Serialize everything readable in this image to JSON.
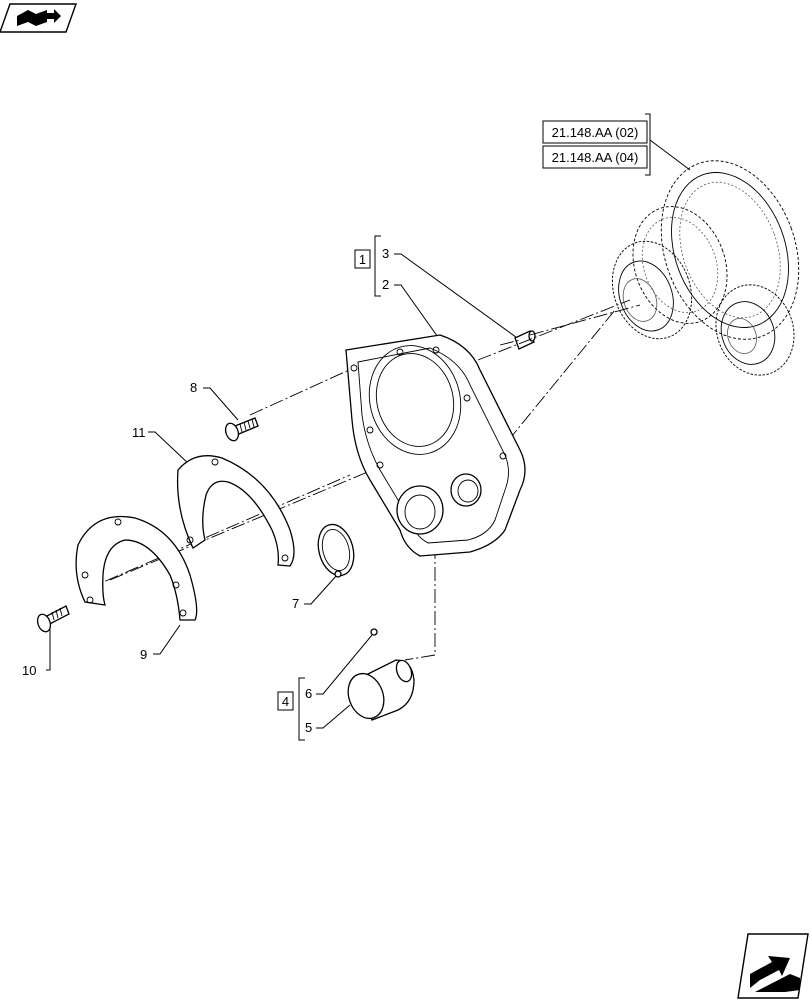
{
  "icons": {
    "top_left": "book-arrow-icon",
    "bottom_right": "next-page-arrow-icon"
  },
  "refs": {
    "ref1": "21.148.AA (02)",
    "ref2": "21.148.AA (04)"
  },
  "groups": {
    "g1": "1",
    "g4": "4"
  },
  "labels": {
    "l2": "2",
    "l3": "3",
    "l5": "5",
    "l6": "6",
    "l7": "7",
    "l8": "8",
    "l9": "9",
    "l10": "10",
    "l11": "11"
  }
}
